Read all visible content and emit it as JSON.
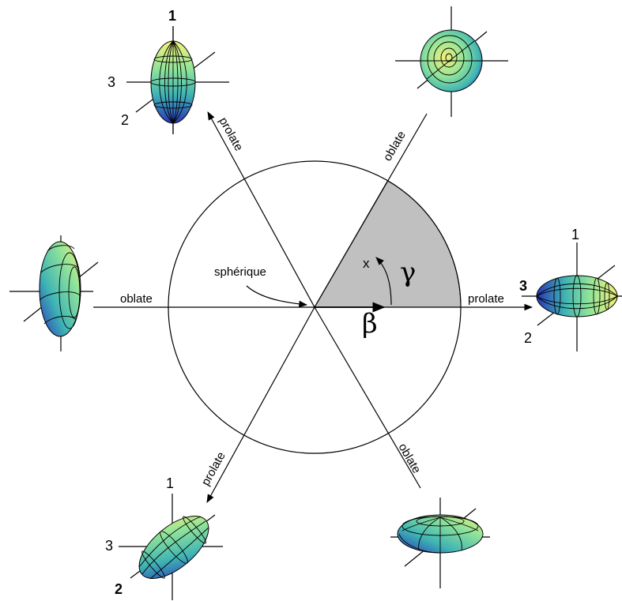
{
  "labels": {
    "spherical": "sphérique",
    "x": "x",
    "gamma": "γ",
    "beta": "β",
    "prolate": "prolate",
    "oblate": "oblate"
  },
  "axis_numbers": {
    "one": "1",
    "two": "2",
    "three": "3"
  },
  "colors": {
    "sector_fill": "#c0c0c0",
    "gradient_blue": "#2a35b8",
    "gradient_teal": "#3fb4b4",
    "gradient_green": "#8fe39a",
    "gradient_yellow": "#f2f27a"
  }
}
